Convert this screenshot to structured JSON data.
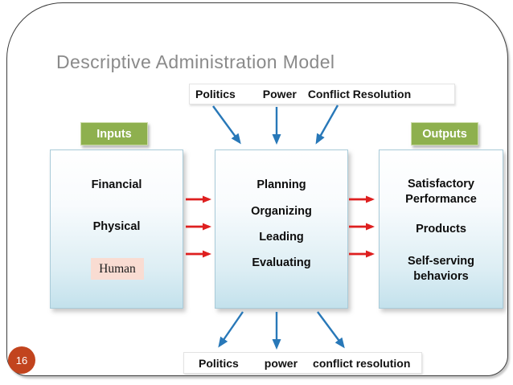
{
  "slide": {
    "title": "Descriptive Administration Model",
    "page_number": "16"
  },
  "environment_top": {
    "items": [
      "Politics",
      "Power",
      "Conflict Resolution"
    ]
  },
  "environment_bottom": {
    "items": [
      "Politics",
      "power",
      "conflict resolution"
    ]
  },
  "section_labels": {
    "inputs": "Inputs",
    "outputs": "Outputs"
  },
  "inputs_box": {
    "items": [
      "Financial",
      "Physical"
    ],
    "highlighted_item": "Human"
  },
  "process_box": {
    "items": [
      "Planning",
      "Organizing",
      "Leading",
      "Evaluating"
    ]
  },
  "outputs_box": {
    "items": [
      "Satisfactory Performance",
      "Products",
      "Self-serving behaviors"
    ]
  },
  "colors": {
    "accent_green": "#8eb04e",
    "arrow_blue": "#2878b8",
    "arrow_red": "#de1f1f",
    "page_badge": "#c2441e",
    "box_border": "#a9cbd9",
    "box_grad_bottom": "#c3e1ec",
    "human_pink": "#f9dcd2",
    "title_gray": "#8a8a8a"
  }
}
